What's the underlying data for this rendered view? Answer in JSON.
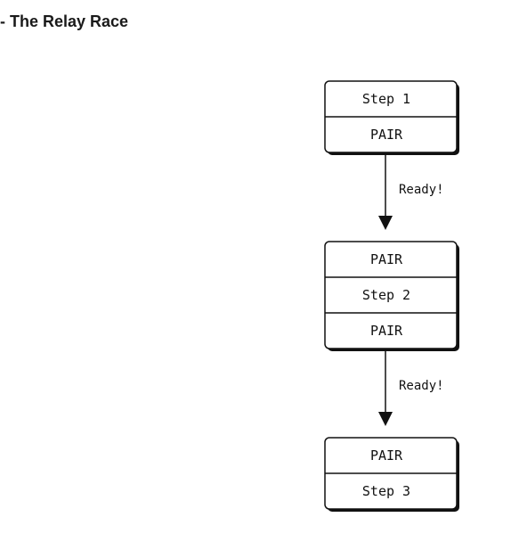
{
  "title": "- The Relay Race",
  "diagram": {
    "stages": [
      {
        "cells": [
          "Step 1",
          "PAIR"
        ]
      },
      {
        "cells": [
          "PAIR",
          "Step 2",
          "PAIR"
        ]
      },
      {
        "cells": [
          "PAIR",
          "Step 3"
        ]
      }
    ],
    "transitions": [
      {
        "label": "Ready!"
      },
      {
        "label": "Ready!"
      }
    ]
  }
}
